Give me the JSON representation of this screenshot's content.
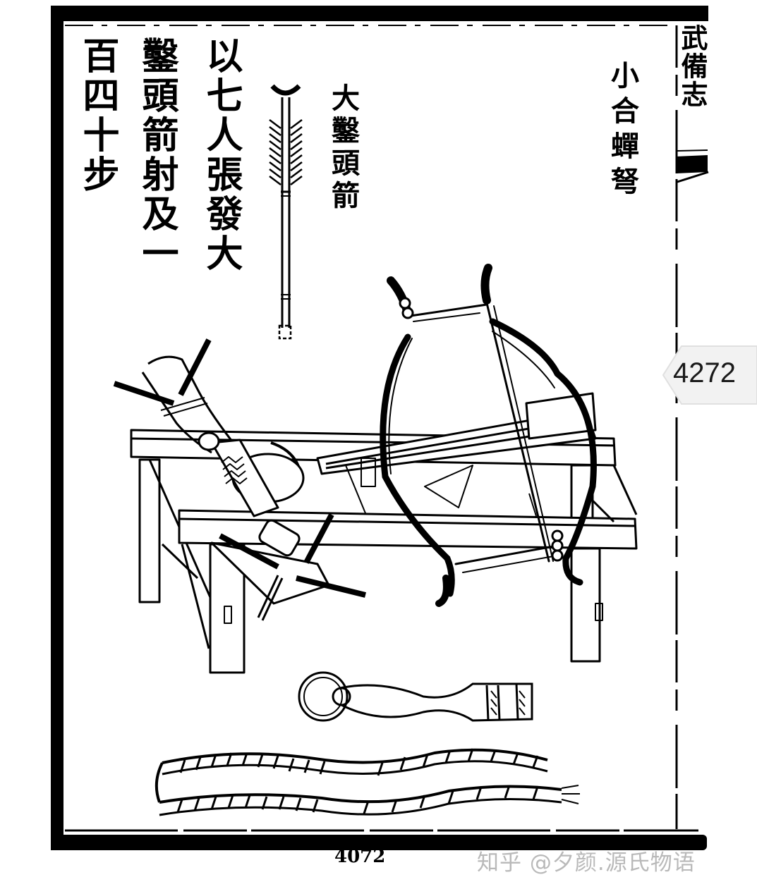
{
  "document": {
    "source_series_marker": "武備志",
    "illustration_title": "小合蟬弩",
    "arrow_label": "大鑿頭箭",
    "description_columns": [
      "以七人張發大",
      "鑿頭箭射及一",
      "百四十步"
    ],
    "printed_page_number": "4072"
  },
  "viewer": {
    "page_badge": "4272",
    "watermark": "知乎 @夕颜.源氏物语"
  },
  "illustration": {
    "items": [
      {
        "name": "arrow",
        "label_ref": "arrow_label"
      },
      {
        "name": "crossbow-on-stand"
      },
      {
        "name": "winch-handle-with-ring"
      },
      {
        "name": "rope"
      }
    ]
  },
  "colors": {
    "ink": "#000000",
    "paper": "#ffffff",
    "watermark": "#b9b9b9",
    "badge_bg": "#f2f2f2",
    "badge_border": "#e0e0e0"
  }
}
